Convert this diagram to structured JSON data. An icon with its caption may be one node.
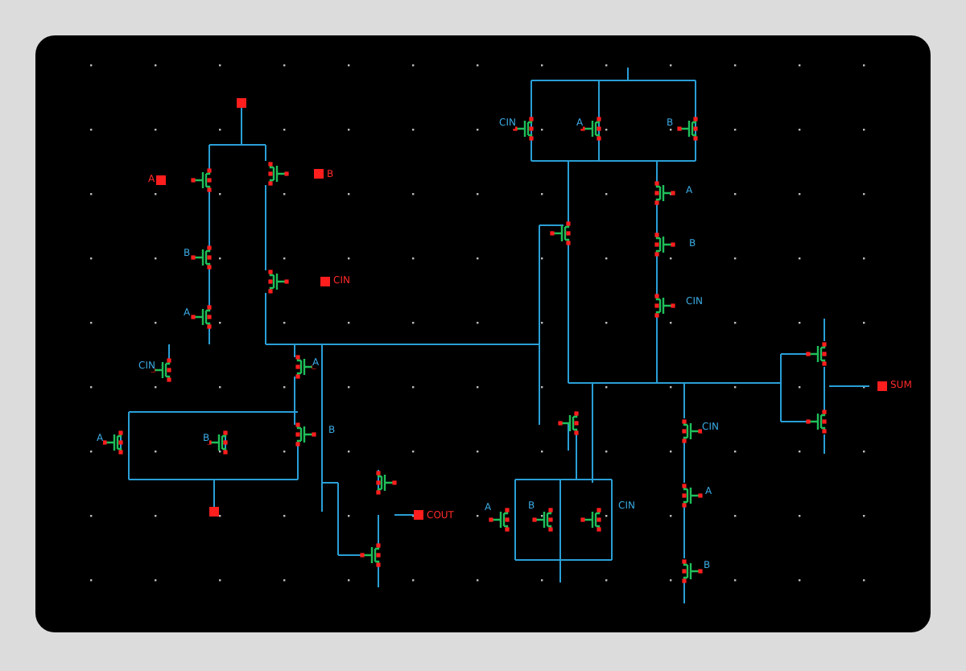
{
  "diagram": {
    "labels": [
      "CIN",
      "A",
      "B",
      "A",
      "B",
      "A",
      "B",
      "B",
      "CIN",
      "CIN",
      "A",
      "CIN",
      "A",
      "SUM",
      "A",
      "B",
      "B",
      "CIN",
      "A",
      "COUT",
      "A",
      "B",
      "CIN",
      "B"
    ]
  }
}
